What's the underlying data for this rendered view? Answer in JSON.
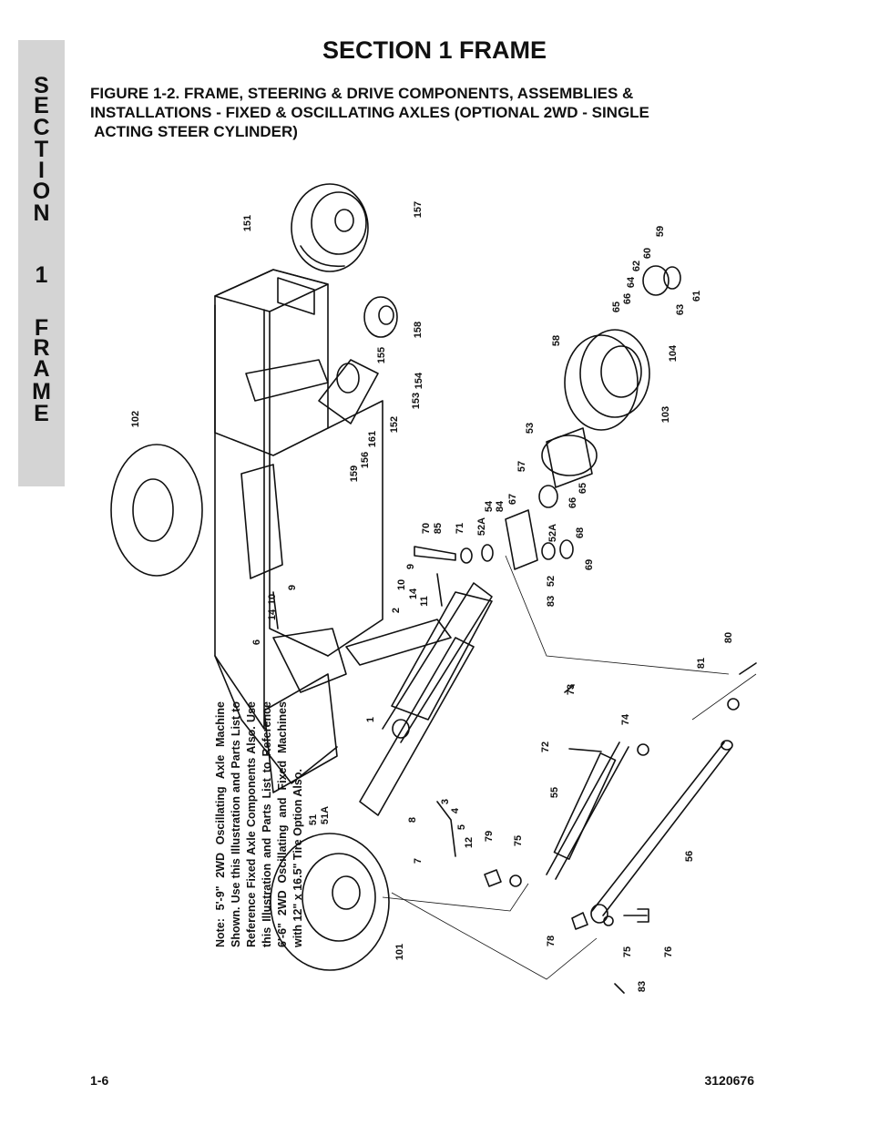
{
  "side_tab": {
    "letters": [
      "S",
      "E",
      "C",
      "T",
      "I",
      "O",
      "N",
      "",
      "1",
      "",
      "F",
      "R",
      "A",
      "M",
      "E"
    ]
  },
  "header": {
    "section_title": "SECTION 1  FRAME",
    "figure_title_lines": [
      "FIGURE 1-2.   FRAME, STEERING & DRIVE COMPONENTS, ASSEMBLIES &",
      "INSTALLATIONS - FIXED & OSCILLATING AXLES (OPTIONAL 2WD - SINGLE",
      " ACTING STEER CYLINDER)"
    ]
  },
  "note": {
    "text": "Note: 5'-9\" 2WD Oscillating Axle Machine Shown. Use this Illustration and Parts List to Reference Fixed Axle Components Also. Use this Illustration and Parts List to Reference 6'-6\" 2WD Oscillating and Fixed Machines with 12\" x 16.5\" Tire Option Also."
  },
  "callouts": [
    {
      "id": "c151",
      "text": "151"
    },
    {
      "id": "c157",
      "text": "157"
    },
    {
      "id": "c59",
      "text": "59"
    },
    {
      "id": "c60",
      "text": "60"
    },
    {
      "id": "c62",
      "text": "62"
    },
    {
      "id": "c64",
      "text": "64"
    },
    {
      "id": "c66a",
      "text": "66"
    },
    {
      "id": "c65a",
      "text": "65"
    },
    {
      "id": "c63",
      "text": "63"
    },
    {
      "id": "c61",
      "text": "61"
    },
    {
      "id": "c158",
      "text": "158"
    },
    {
      "id": "c155",
      "text": "155"
    },
    {
      "id": "c154",
      "text": "154"
    },
    {
      "id": "c153",
      "text": "153"
    },
    {
      "id": "c152",
      "text": "152"
    },
    {
      "id": "c161",
      "text": "161"
    },
    {
      "id": "c156",
      "text": "156"
    },
    {
      "id": "c159",
      "text": "159"
    },
    {
      "id": "c58",
      "text": "58"
    },
    {
      "id": "c104",
      "text": "104"
    },
    {
      "id": "c103",
      "text": "103"
    },
    {
      "id": "c102",
      "text": "102"
    },
    {
      "id": "c53",
      "text": "53"
    },
    {
      "id": "c57",
      "text": "57"
    },
    {
      "id": "c54",
      "text": "54"
    },
    {
      "id": "c84",
      "text": "84"
    },
    {
      "id": "c67",
      "text": "67"
    },
    {
      "id": "c66b",
      "text": "66"
    },
    {
      "id": "c65b",
      "text": "65"
    },
    {
      "id": "c70",
      "text": "70"
    },
    {
      "id": "c85",
      "text": "85"
    },
    {
      "id": "c71",
      "text": "71"
    },
    {
      "id": "c52Aa",
      "text": "52A"
    },
    {
      "id": "c52Ab",
      "text": "52A"
    },
    {
      "id": "c68",
      "text": "68"
    },
    {
      "id": "c69",
      "text": "69"
    },
    {
      "id": "c52",
      "text": "52"
    },
    {
      "id": "c83a",
      "text": "83"
    },
    {
      "id": "c10a",
      "text": "10"
    },
    {
      "id": "c9a",
      "text": "9"
    },
    {
      "id": "c14a",
      "text": "14"
    },
    {
      "id": "c11",
      "text": "11"
    },
    {
      "id": "c14b",
      "text": "14"
    },
    {
      "id": "c10b",
      "text": "10"
    },
    {
      "id": "c9b",
      "text": "9"
    },
    {
      "id": "c2",
      "text": "2"
    },
    {
      "id": "c6",
      "text": "6"
    },
    {
      "id": "c80",
      "text": "80"
    },
    {
      "id": "c81",
      "text": "81"
    },
    {
      "id": "c73",
      "text": "73"
    },
    {
      "id": "c74",
      "text": "74"
    },
    {
      "id": "c72",
      "text": "72"
    },
    {
      "id": "c1",
      "text": "1"
    },
    {
      "id": "c55",
      "text": "55"
    },
    {
      "id": "c3",
      "text": "3"
    },
    {
      "id": "c4",
      "text": "4"
    },
    {
      "id": "c8",
      "text": "8"
    },
    {
      "id": "c5",
      "text": "5"
    },
    {
      "id": "c12",
      "text": "12"
    },
    {
      "id": "c7",
      "text": "7"
    },
    {
      "id": "c51",
      "text": "51"
    },
    {
      "id": "c51A",
      "text": "51A"
    },
    {
      "id": "c79",
      "text": "79"
    },
    {
      "id": "c75a",
      "text": "75"
    },
    {
      "id": "c56",
      "text": "56"
    },
    {
      "id": "c101",
      "text": "101"
    },
    {
      "id": "c78",
      "text": "78"
    },
    {
      "id": "c75b",
      "text": "75"
    },
    {
      "id": "c76",
      "text": "76"
    },
    {
      "id": "c83b",
      "text": "83"
    }
  ],
  "footer": {
    "page_number": "1-6",
    "document_number": "3120676"
  }
}
